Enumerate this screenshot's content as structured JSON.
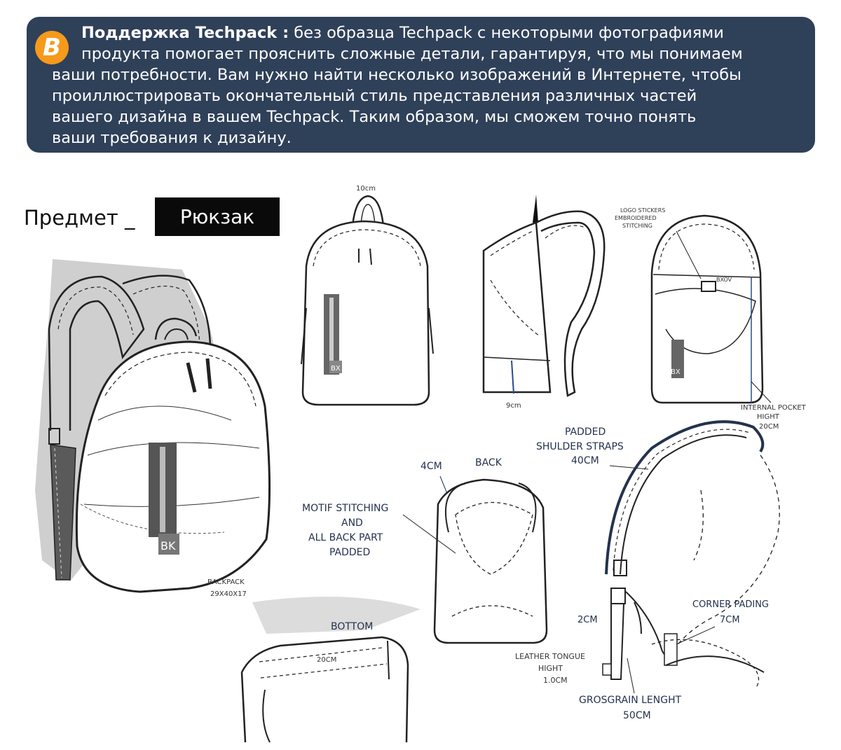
{
  "banner": {
    "badge": "B",
    "title": "Поддержка Techpack :",
    "lines": [
      "без образца Techpack с некоторыми фотографиями",
      "продукта помогает прояснить сложные детали, гарантируя, что мы понимаем",
      "ваши потребности. Вам нужно найти несколько изображений в Интернете, чтобы",
      "проиллюстрировать окончательный стиль представления различных частей",
      "вашего дизайна в вашем Techpack. Таким образом, мы сможем точно понять",
      "ваши требования к дизайну."
    ]
  },
  "item": {
    "label": "Предмет _",
    "value": "Рюкзак"
  },
  "sketch": {
    "main_caption": [
      "BACKPACK",
      "29X40X17"
    ],
    "front_logo": "BK",
    "small_logo": "BX",
    "top_width": "10cm",
    "side_depth": "9cm",
    "logo_note": [
      "LOGO STICKERS",
      "EMBROIDERED",
      "STITCHING"
    ],
    "logo_text": "BXOV",
    "internal_pocket": [
      "INTERNAL POCKET",
      "HIGHT",
      "20CM"
    ],
    "back_title": "BACK",
    "back_width": "4CM",
    "motif": [
      "MOTIF STITCHING",
      "AND",
      "ALL BACK PART",
      "PADDED"
    ],
    "padded_straps": [
      "PADDED",
      "SHULDER STRAPS",
      "40CM"
    ],
    "strap_width": "2CM",
    "corner": [
      "CORNER PADING",
      "7CM"
    ],
    "leather": [
      "LEATHER TONGUE",
      "HIGHT",
      "1.0CM"
    ],
    "grosgrain": [
      "GROSGRAIN LENGHT",
      "50CM"
    ],
    "bottom_title": "BOTTOM",
    "bottom_width": "20CM"
  }
}
